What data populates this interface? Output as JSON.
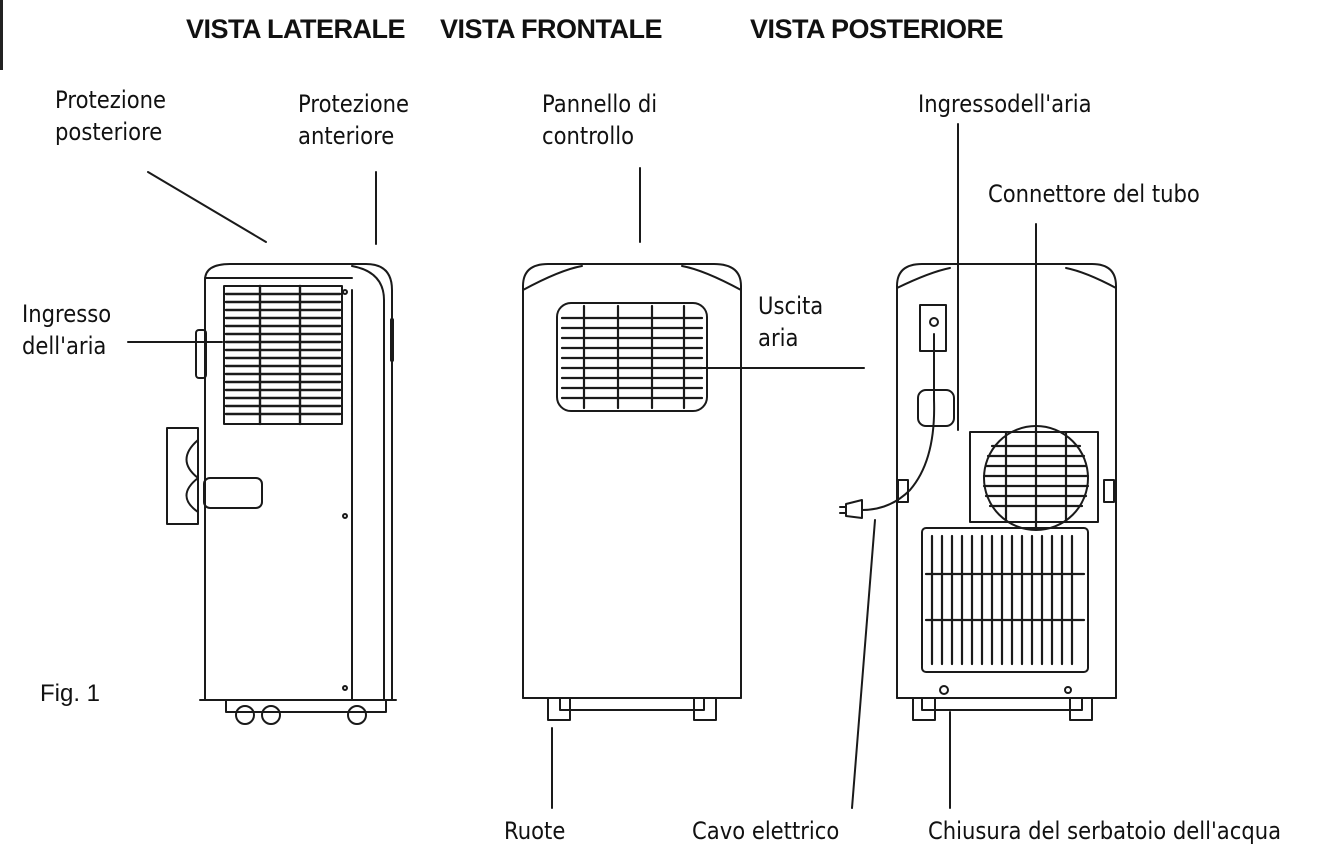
{
  "views": {
    "side": "VISTA LATERALE",
    "front": "VISTA FRONTALE",
    "rear": "VISTA POSTERIORE"
  },
  "labels": {
    "rear_guard": "Protezione\nposteriore",
    "front_guard": "Protezione\nanteriore",
    "air_inlet_side": "Ingresso\ndell'aria",
    "control_panel": "Pannello di\ncontrollo",
    "air_outlet": "Uscita\naria",
    "air_inlet_rear": "Ingressodell'aria",
    "hose_connector": "Connettore del tubo",
    "wheels": "Ruote",
    "power_cable": "Cavo elettrico",
    "water_tank_cap": "Chiusura del serbatoio dell'acqua"
  },
  "figure_label": "Fig. 1"
}
